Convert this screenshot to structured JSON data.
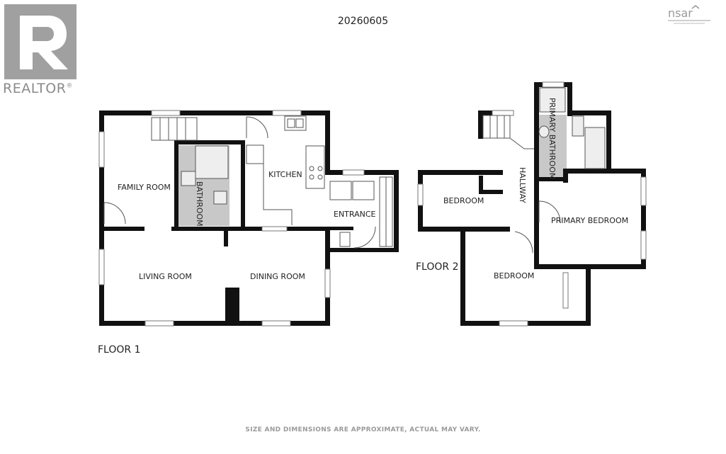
{
  "header": {
    "code": "20260605",
    "realtor_word": "REALTOR",
    "realtor_mark": "®",
    "nsar": "nsar"
  },
  "floor1": {
    "label": "FLOOR 1",
    "rooms": {
      "family_room": "FAMILY ROOM",
      "bathroom": "BATHROOM",
      "kitchen": "KITCHEN",
      "entrance": "ENTRANCE",
      "living_room": "LIVING ROOM",
      "dining_room": "DINING ROOM"
    }
  },
  "floor2": {
    "label": "FLOOR 2",
    "rooms": {
      "primary_bathroom": "PRIMARY BATHROOM",
      "hallway": "HALLWAY",
      "bedroom_left": "BEDROOM",
      "primary_bedroom": "PRIMARY BEDROOM",
      "bedroom_bottom": "BEDROOM"
    }
  },
  "footer": {
    "disclaimer": "SIZE AND DIMENSIONS ARE APPROXIMATE, ACTUAL MAY VARY."
  },
  "colors": {
    "wall": "#111111",
    "bath_fill": "#c8c8c8",
    "logo_gray": "#9a9a9a"
  }
}
